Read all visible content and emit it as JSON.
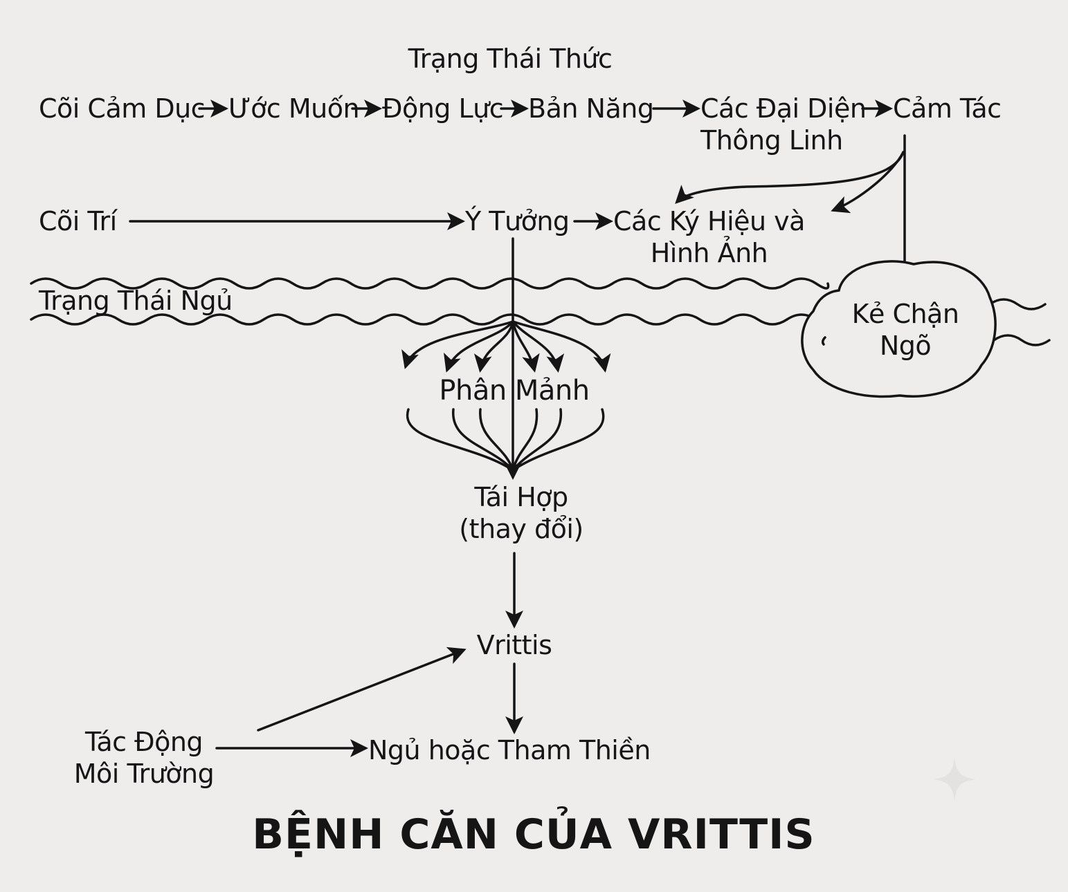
{
  "title": "BỆNH CĂN CỦA VRITTIS",
  "waking_state": "Trạng Thái Thức",
  "sleep_state": "Trạng Thái Ngủ",
  "astral_chain": [
    "Cõi Cảm Dục",
    "Ước Muốn",
    "Động Lực",
    "Bản Năng",
    "Các Đại Diện\nThông Linh",
    "Cảm Tác"
  ],
  "mental_plane": "Cõi Trí",
  "idea": "Ý Tưởng",
  "symbols_images": "Các Ký Hiệu và\nHình Ảnh",
  "censor": "Kẻ Chận\nNgõ",
  "fragments": "Phân Mảnh",
  "recombination": "Tái Hợp\n(thay đổi)",
  "vrittis": "Vrittis",
  "environment": "Tác Động\nMôi Trường",
  "sleep_or_meditation": "Ngủ hoặc Tham Thiền",
  "colors": {
    "background": "#efedeb",
    "ink": "#151515"
  }
}
